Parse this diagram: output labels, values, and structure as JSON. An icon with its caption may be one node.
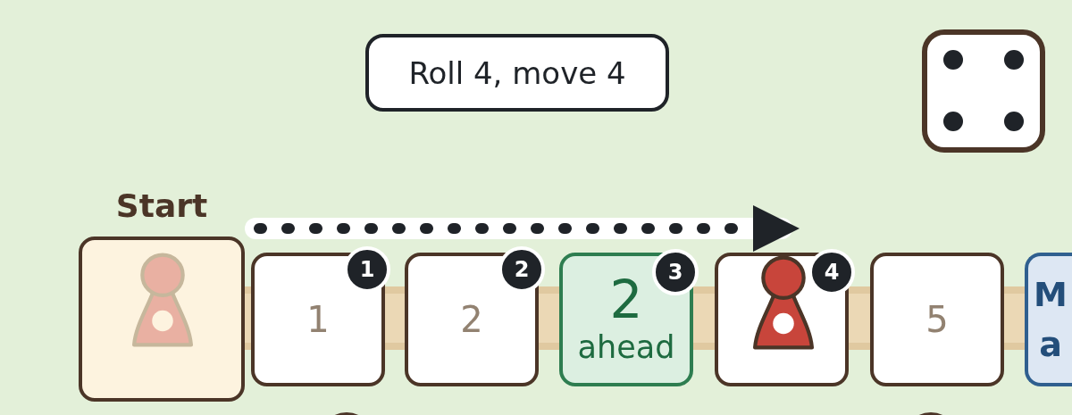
{
  "diagram": {
    "nodes": [
      {
        "text": [
          "Roll 4, move 4"
        ]
      },
      {
        "text": [
          "Start"
        ]
      },
      {
        "text": [
          "1"
        ]
      },
      {
        "text": [
          "2"
        ]
      },
      {
        "text": [
          "2",
          "ahead"
        ]
      },
      {
        "text": [],
        "shape": "box"
      },
      {
        "text": [
          "5"
        ]
      },
      {
        "text": [
          "M a"
        ]
      }
    ],
    "edges": [
      {
        "from": 1,
        "to": 5,
        "arrow": "to",
        "style": "dashed"
      }
    ],
    "labels": [
      "1",
      "2",
      "3",
      "4"
    ]
  }
}
